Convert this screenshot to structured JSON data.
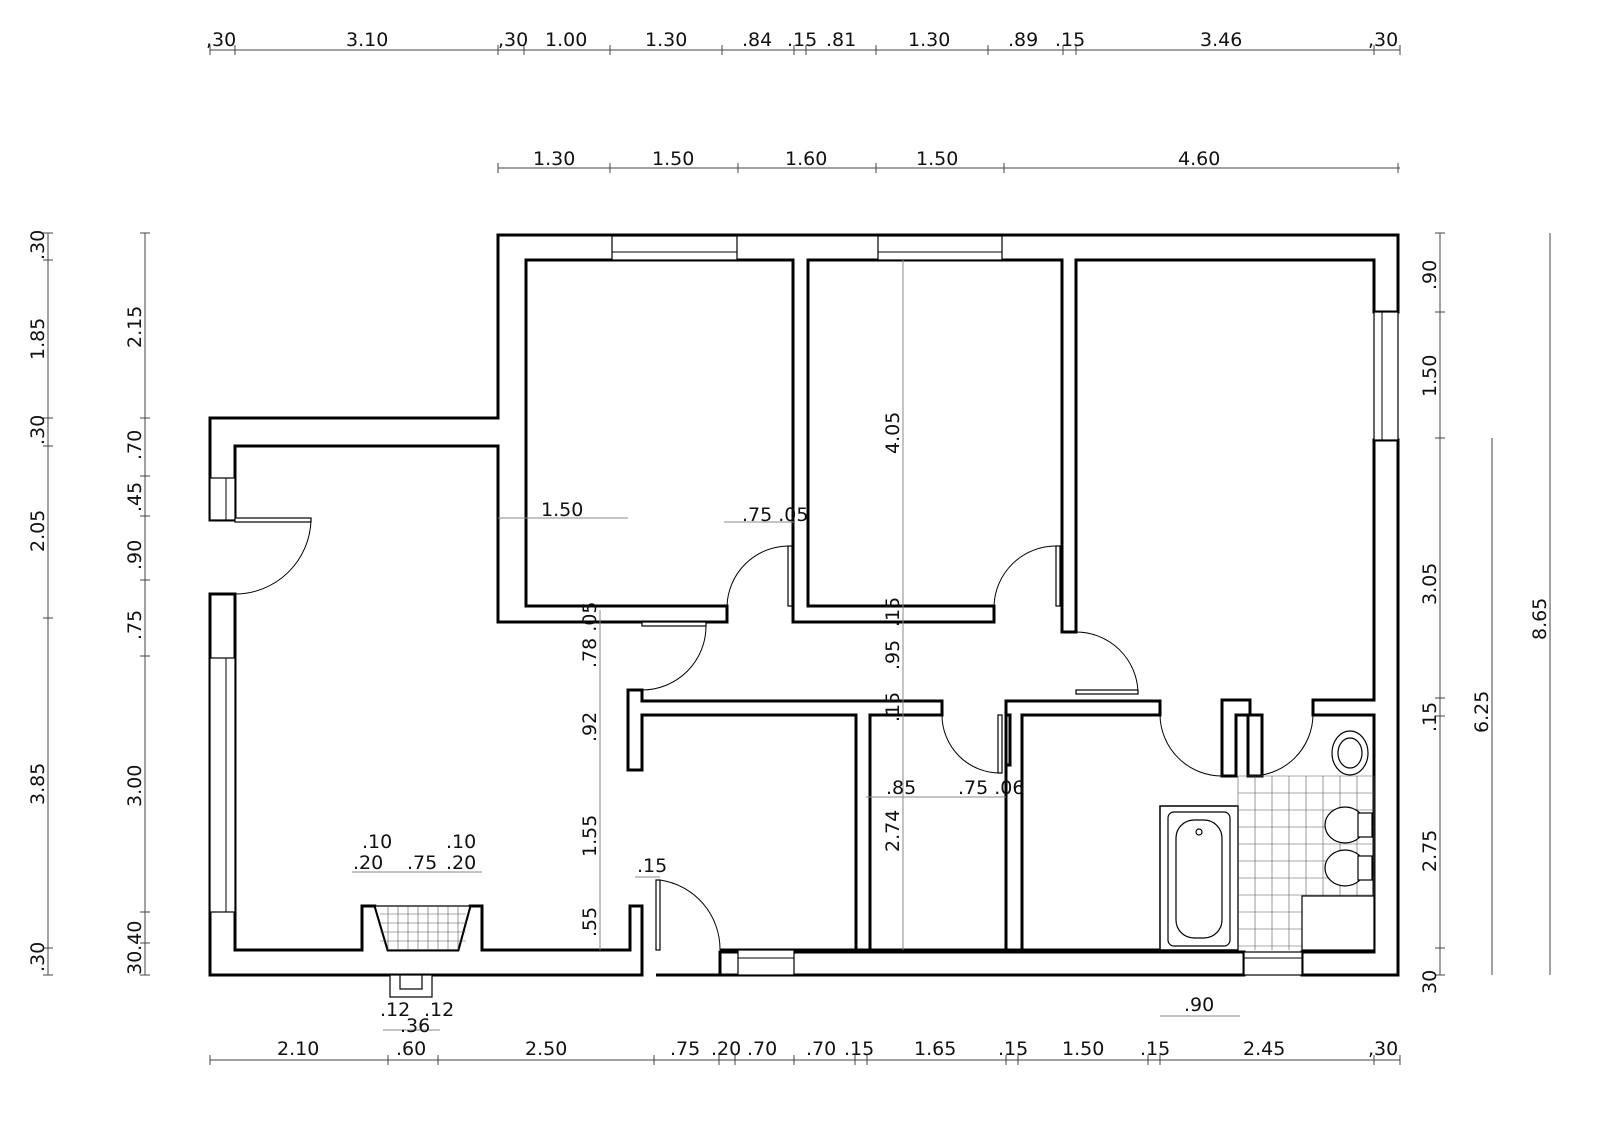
{
  "top_dims_row1": [
    ",30",
    "3.10",
    ",30",
    "1.00",
    "1.30",
    ".84",
    ".15",
    ".81",
    "1.30",
    ".89",
    ".15",
    "3.46",
    ",30"
  ],
  "top_dims_row2": [
    "1.30",
    "1.50",
    "1.60",
    "1.50",
    "4.60"
  ],
  "bottom_dims": [
    "2.10",
    ".60",
    "2.50",
    ".75",
    ".20",
    ".70",
    ".70",
    ".15",
    "1.65",
    ".15",
    "1.50",
    ".15",
    "2.45",
    ",30"
  ],
  "left_dims_outer": [
    ".30",
    "1.85",
    ".30",
    "2.05",
    "3.85",
    ".30"
  ],
  "left_dims_inner": [
    "2.15",
    ".70",
    ".45",
    ".90",
    ".75",
    "3.00",
    "30.40"
  ],
  "right_dims_inner": [
    ".90",
    "1.50",
    "3.05",
    ".15",
    "2.75",
    "30"
  ],
  "right_dims_outer": [
    "6.25",
    "8.65"
  ],
  "interior_dims": {
    "room1_width": "1.50",
    "door1_width": ".75 .05",
    "room_height": "4.05",
    "hall_col": [
      ".78 .05",
      ".92",
      "1.55",
      ".55"
    ],
    "corridor_col": [
      ".15",
      ".95",
      ".15"
    ],
    "small_room_height": "2.74",
    "small_room_row": ".85",
    "small_door": ".75 .06",
    "door_post": ".15",
    "bath_dim": ".90"
  },
  "fireplace_dims": {
    "top_small": [
      ".10",
      ".10"
    ],
    "top_row": [
      ".20",
      ".75",
      ".20"
    ],
    "bottom": [
      ".12",
      ".12"
    ],
    "bottom_mid": ".36"
  }
}
